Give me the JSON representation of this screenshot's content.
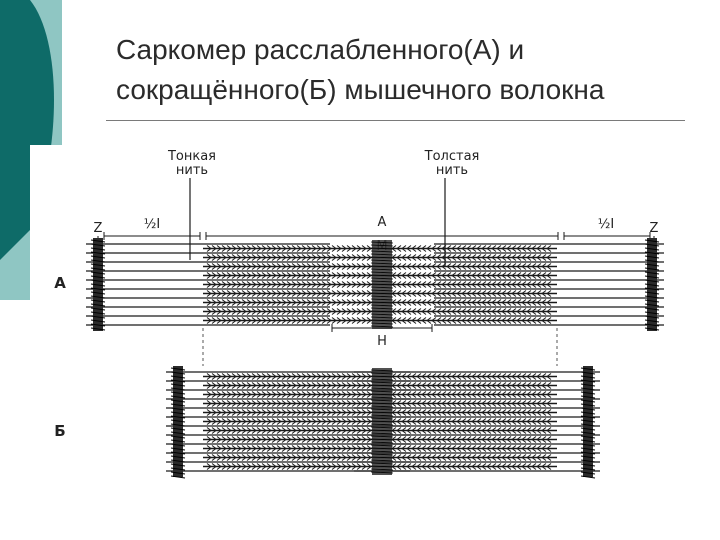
{
  "slide": {
    "title_line1": "Саркомер расслабленного(А) и",
    "title_line2": "сокращённого(Б) мышечного волокна"
  },
  "diagram": {
    "thin_label_1": "Тонкая",
    "thin_label_2": "нить",
    "thick_label_1": "Толстая",
    "thick_label_2": "нить",
    "z_left": "Z",
    "z_right": "Z",
    "half_i_left": "½I",
    "half_i_right": "½I",
    "a_band": "A",
    "m_line": "M",
    "h_zone": "H",
    "label_relaxed": "А",
    "label_contracted": "Б"
  },
  "colors": {
    "accent_dark": "#0e6b68",
    "accent_light": "#8fc6c3",
    "ink": "#1a1a1a"
  }
}
